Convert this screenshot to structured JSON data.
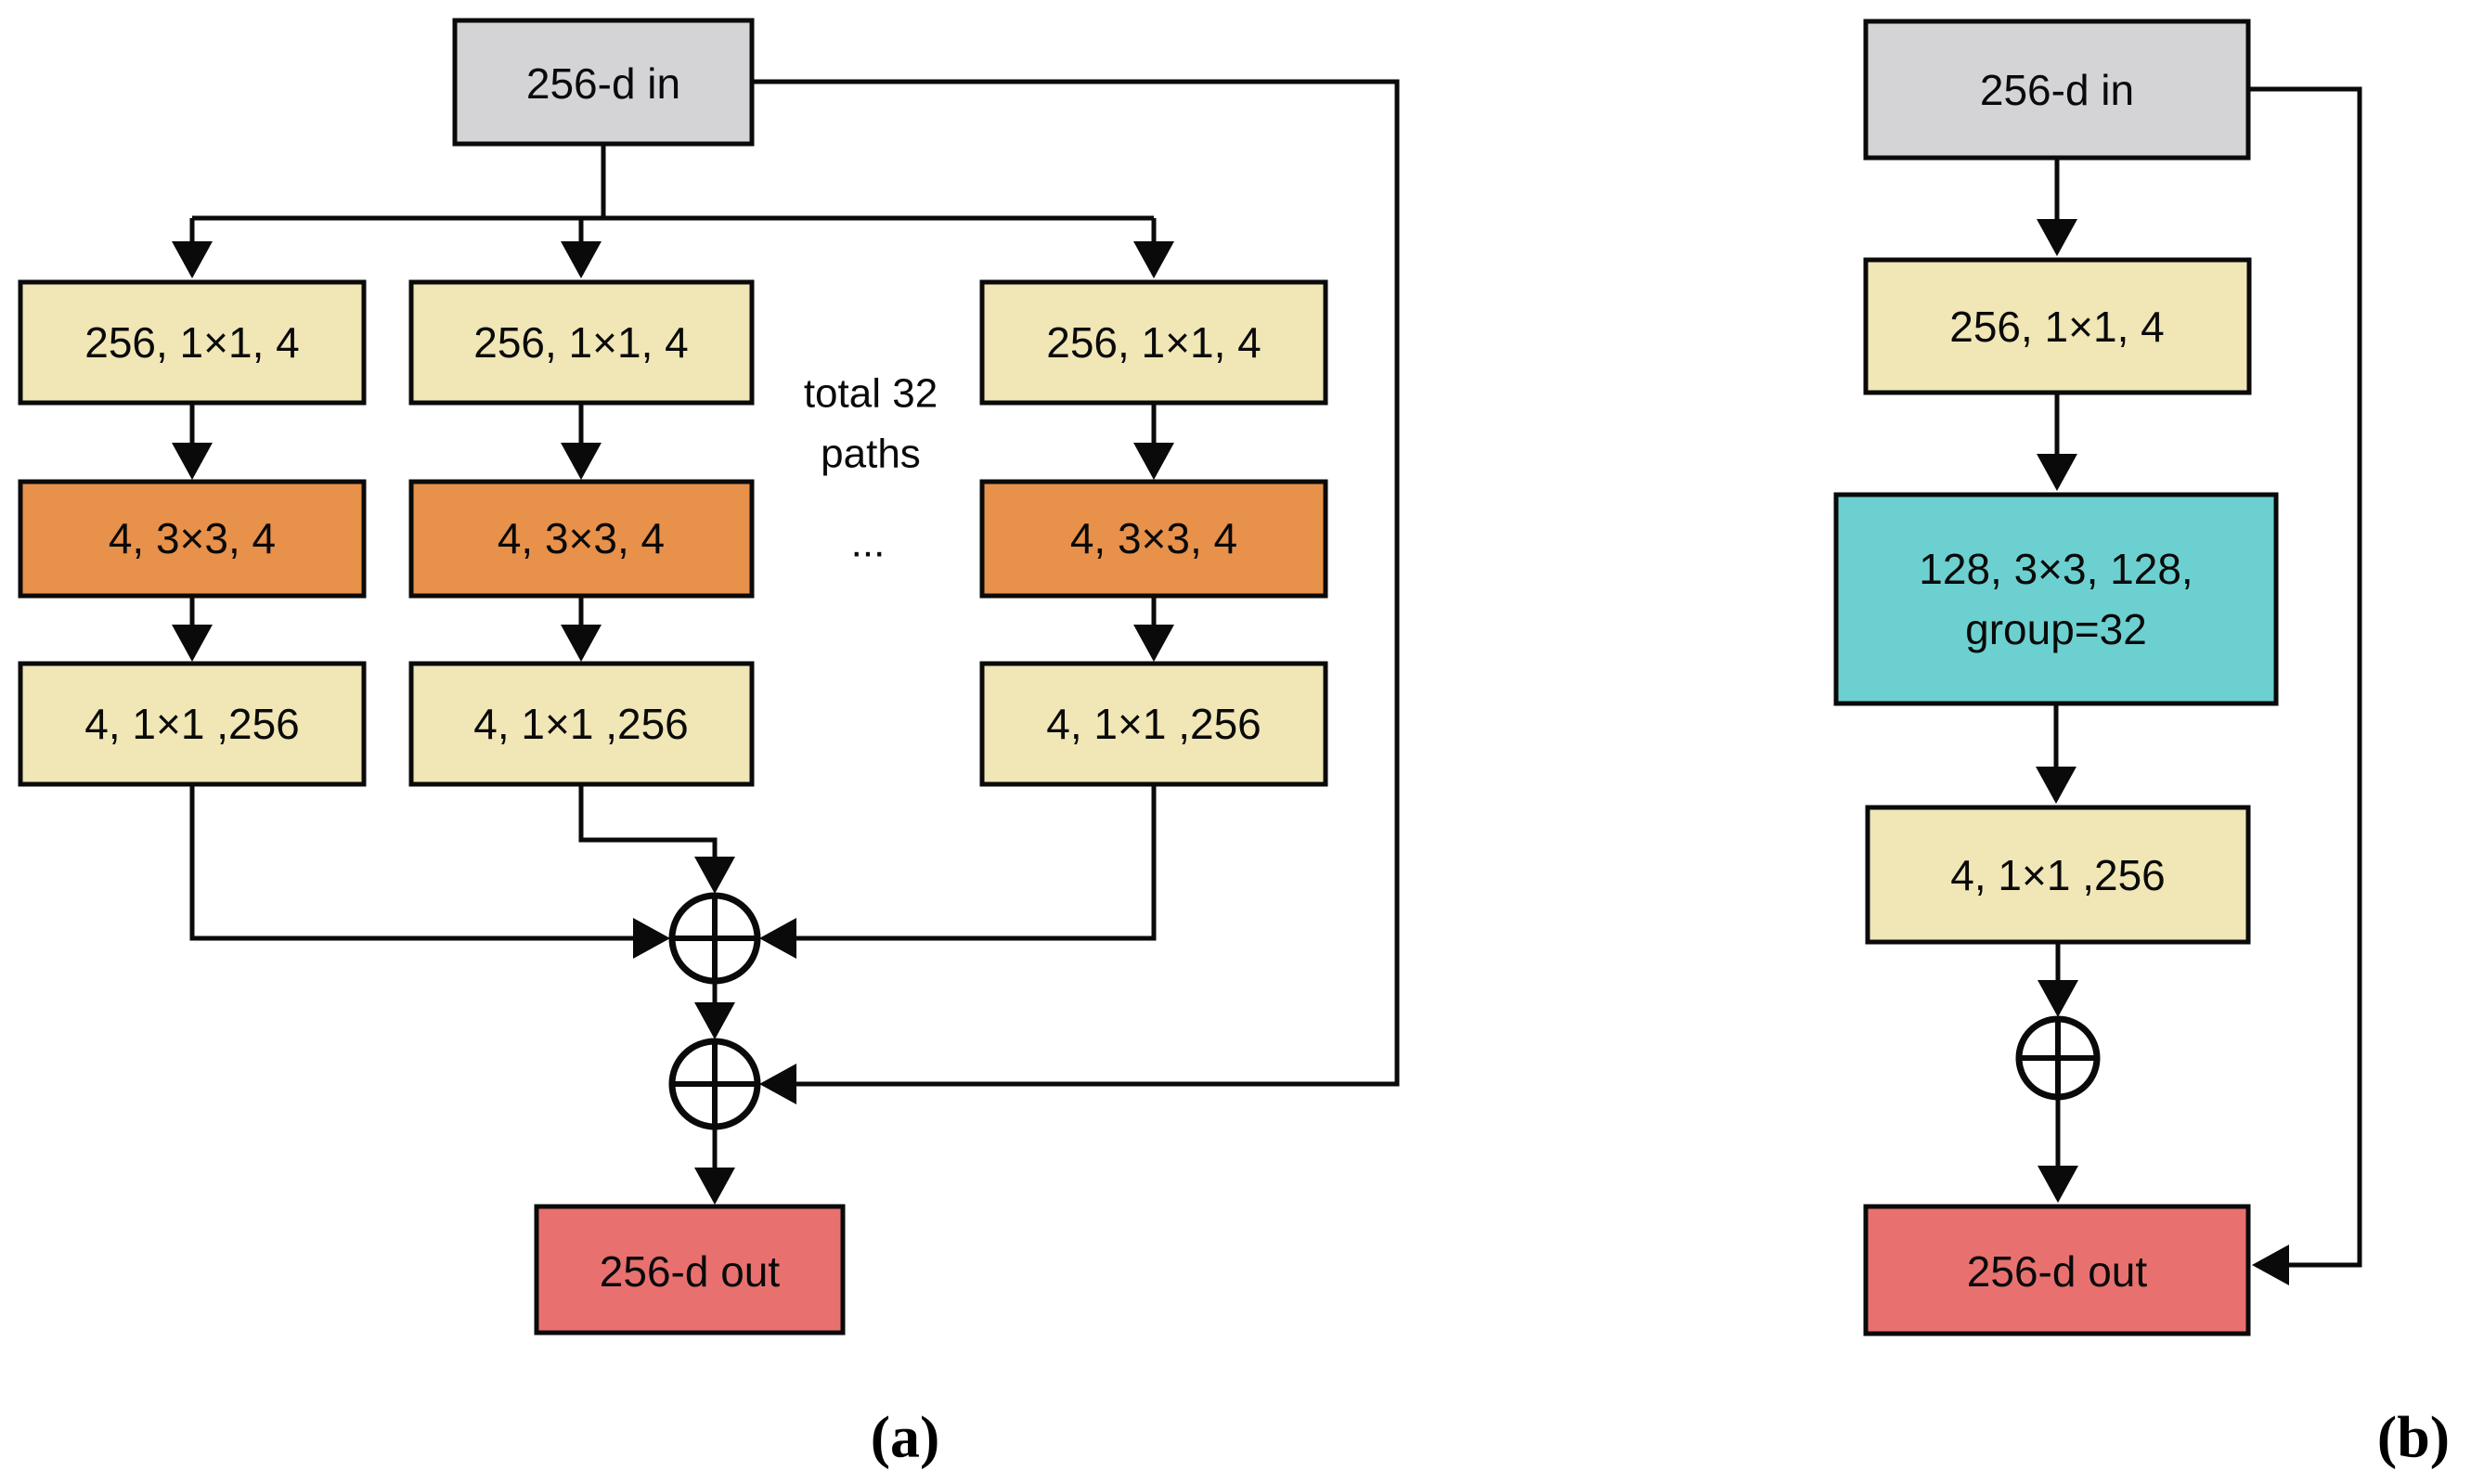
{
  "figure": {
    "description": "ResNeXt building block diagram: (a) aggregated residual transformations with 32 parallel paths, (b) equivalent grouped-convolution form"
  },
  "panel_a": {
    "label": "(a)",
    "input_label": "256-d in",
    "output_label": "256-d out",
    "note_line1": "total 32",
    "note_line2": "paths",
    "ellipsis": "...",
    "columns": [
      {
        "top": "256, 1×1, 4",
        "mid": "4, 3×3, 4",
        "bottom": "4, 1×1 ,256"
      },
      {
        "top": "256, 1×1, 4",
        "mid": "4, 3×3, 4",
        "bottom": "4, 1×1 ,256"
      },
      {
        "top": "256, 1×1, 4",
        "mid": "4, 3×3, 4",
        "bottom": "4, 1×1 ,256"
      }
    ]
  },
  "panel_b": {
    "label": "(b)",
    "input_label": "256-d in",
    "conv1": "256, 1×1, 4",
    "conv2_line1": "128, 3×3, 128,",
    "conv2_line2": "group=32",
    "conv3": "4, 1×1 ,256",
    "output_label": "256-d out"
  },
  "colors": {
    "input_fill": "#d4d4d6",
    "conv_1x1_fill": "#f0e6b6",
    "conv_3x3_fill": "#e8914a",
    "group_conv_fill": "#6cd0d0",
    "output_fill": "#e87170",
    "stroke": "#0a0a0a"
  }
}
